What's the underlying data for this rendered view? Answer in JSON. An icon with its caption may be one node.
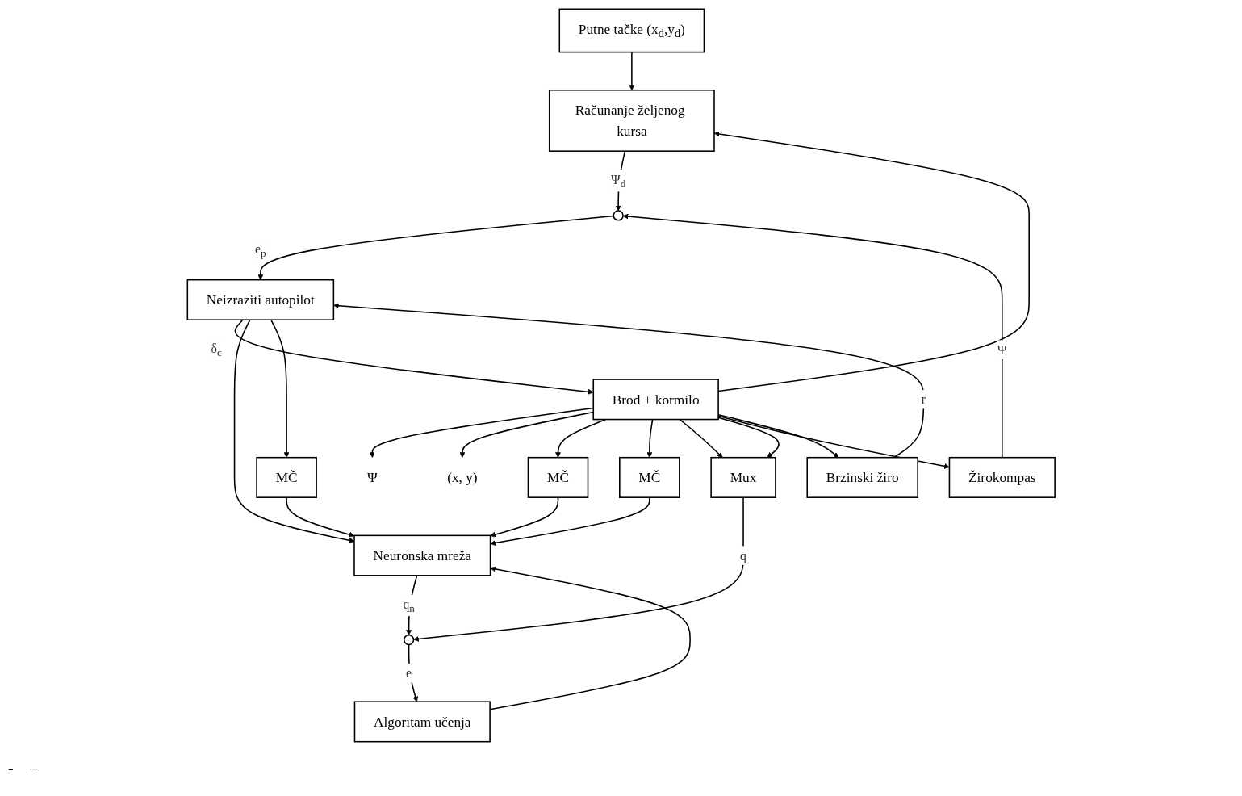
{
  "diagram": {
    "nodes": [
      {
        "text": [
          "Putne tačke (x$_{d}$,y$_{d}$)"
        ]
      },
      {
        "text": [
          "Računanje željenog kursa"
        ]
      },
      {
        "text": [],
        "shape": "circle"
      },
      {
        "text": [
          "Neizraziti autopilot"
        ]
      },
      {
        "text": [
          "Brod + kormilo"
        ]
      },
      {
        "text": [
          "Brzinski žiro"
        ]
      },
      {
        "text": [
          "Žirokompas"
        ]
      },
      {
        "text": [
          "MČ"
        ]
      },
      {
        "text": [
          "MČ"
        ]
      },
      {
        "text": [
          "MČ"
        ]
      },
      {
        "text": [
          "Neuronska mreža"
        ]
      },
      {
        "text": [
          "Mux"
        ]
      },
      {
        "text": [],
        "shape": "circle"
      },
      {
        "text": [
          "Algoritam učenja"
        ]
      },
      {
        "text": [
          "Ψ"
        ]
      },
      {
        "text": [
          "(x, y)"
        ]
      }
    ],
    "edges": [
      {
        "from": 0,
        "to": 1,
        "arrow": "to"
      },
      {
        "from": 1,
        "to": 2,
        "arrow": "to",
        "label": "Ψ$_{d}$"
      },
      {
        "from": 2,
        "to": 3,
        "arrow": "to",
        "label": "e$_{p}$"
      },
      {
        "from": 3,
        "to": 4,
        "arrow": "to",
        "label": "δ$_{c}$"
      },
      {
        "from": 3,
        "to": 10,
        "arrow": "to"
      },
      {
        "from": 3,
        "to": 7,
        "arrow": "to"
      },
      {
        "from": 7,
        "to": 10,
        "arrow": "to"
      },
      {
        "from": 8,
        "to": 10,
        "arrow": "to"
      },
      {
        "from": 9,
        "to": 10,
        "arrow": "to"
      },
      {
        "from": 4,
        "to": 14,
        "arrow": "to"
      },
      {
        "from": 4,
        "to": 15,
        "arrow": "to"
      },
      {
        "from": 4,
        "to": 8,
        "arrow": "to"
      },
      {
        "from": 4,
        "to": 9,
        "arrow": "to"
      },
      {
        "from": 4,
        "to": 11,
        "arrow": "to"
      },
      {
        "from": 4,
        "to": 11,
        "arrow": "to"
      },
      {
        "from": 4,
        "to": 6,
        "arrow": "to"
      },
      {
        "from": 4,
        "to": 5,
        "arrow": "to"
      },
      {
        "from": 4,
        "to": 1,
        "arrow": "to"
      },
      {
        "from": 5,
        "to": 3,
        "arrow": "to",
        "label": "r"
      },
      {
        "from": 6,
        "to": 2,
        "arrow": "to",
        "label": "Ψ"
      },
      {
        "from": 10,
        "to": 12,
        "arrow": "to",
        "label": "q$_{n}$"
      },
      {
        "from": 11,
        "to": 12,
        "arrow": "to",
        "label": "q"
      },
      {
        "from": 12,
        "to": 13,
        "arrow": "to",
        "label": "e"
      },
      {
        "from": 13,
        "to": 10,
        "arrow": "to"
      }
    ],
    "labels": [
      "-",
      "–"
    ]
  }
}
